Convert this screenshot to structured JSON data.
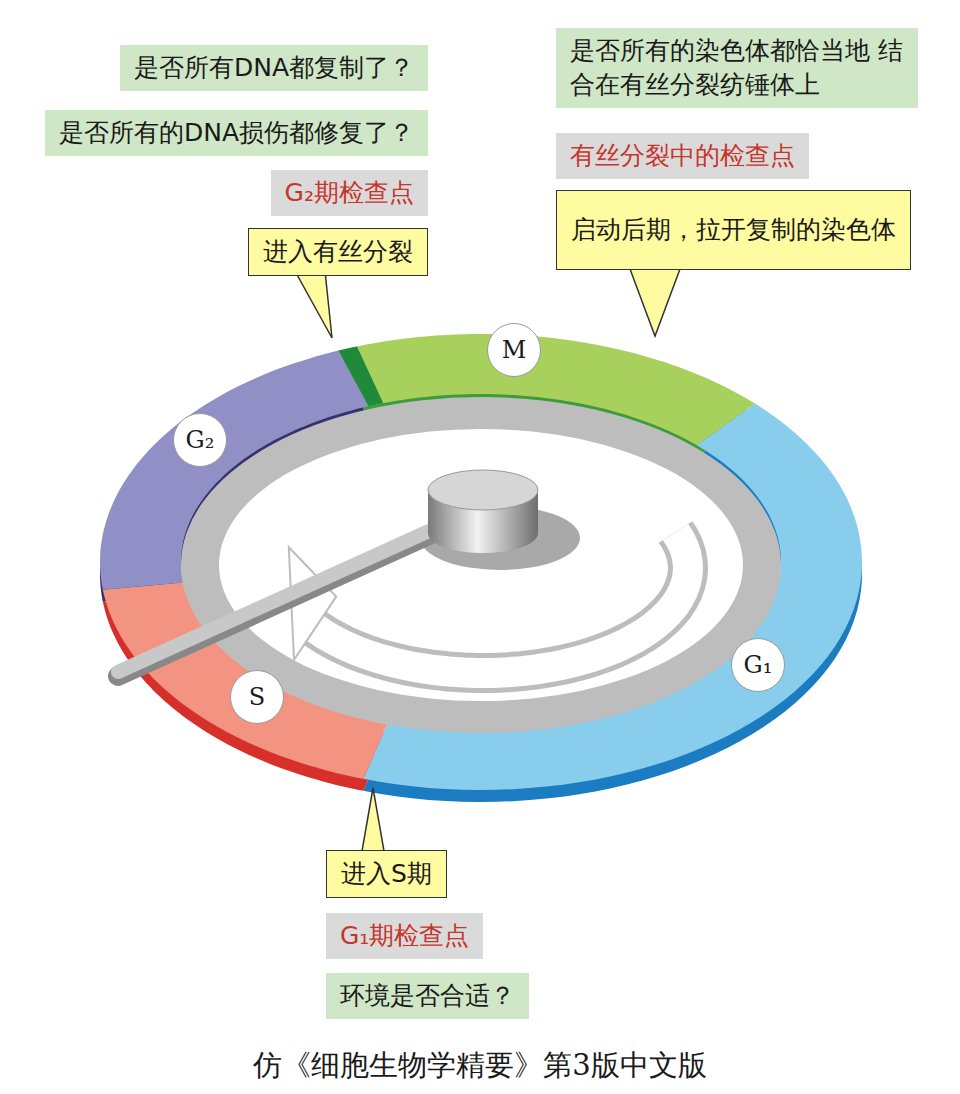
{
  "diagram": {
    "caption": "仿《细胞生物学精要》第3版中文版",
    "nodes": [
      {
        "text": [
          "是否所有DNA都复制了？"
        ]
      },
      {
        "text": [
          "是否所有的染色体都恰当地 结合在有丝分裂纺锤体上"
        ]
      },
      {
        "text": [
          "是否所有的DNA损伤都修复了？"
        ]
      },
      {
        "text": [
          "有丝分裂中的检查点"
        ]
      },
      {
        "text": [
          "G₂期检查点"
        ]
      },
      {
        "text": [
          "进入有丝分裂"
        ]
      },
      {
        "text": [
          "启动后期，拉开复制的染色体"
        ]
      },
      {
        "text": [
          "M"
        ]
      },
      {
        "text": [
          "G₂"
        ]
      },
      {
        "text": [
          "G₁"
        ]
      },
      {
        "text": [
          "S"
        ]
      },
      {
        "text": [
          "进入S期"
        ]
      },
      {
        "text": [
          "G₁期检查点"
        ]
      },
      {
        "text": [
          "环境是否合适？"
        ]
      }
    ]
  }
}
